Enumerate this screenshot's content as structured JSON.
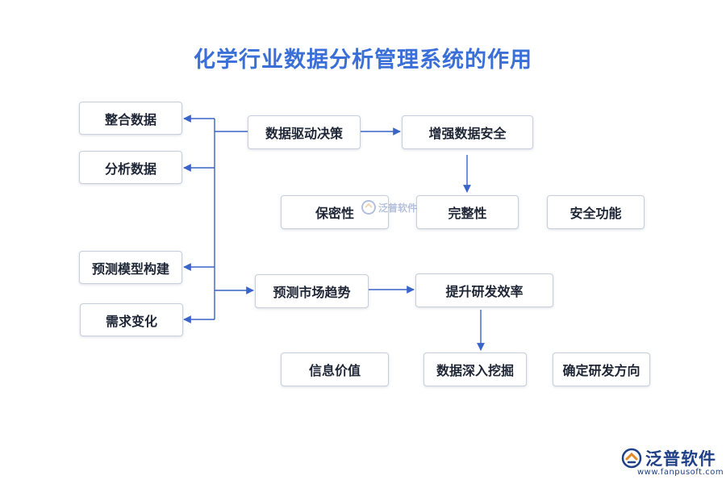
{
  "title": "化学行业数据分析管理系统的作用",
  "nodes": {
    "integrate_data": "整合数据",
    "analyze_data": "分析数据",
    "predictive_modeling": "预测模型构建",
    "demand_change": "需求变化",
    "data_driven_decision": "数据驱动决策",
    "enhance_security": "增强数据安全",
    "confidentiality": "保密性",
    "integrity": "完整性",
    "security_function": "安全功能",
    "predict_trend": "预测市场趋势",
    "improve_rd": "提升研发效率",
    "info_value": "信息价值",
    "deep_mining": "数据深入挖掘",
    "rd_direction": "确定研发方向"
  },
  "watermark": "泛普软件",
  "logo": {
    "name": "泛普软件",
    "url": "www.fanpusoft.com"
  },
  "colors": {
    "title": "#3a6fd8",
    "connector": "#3a64c8",
    "logo": "#1f3f86"
  }
}
